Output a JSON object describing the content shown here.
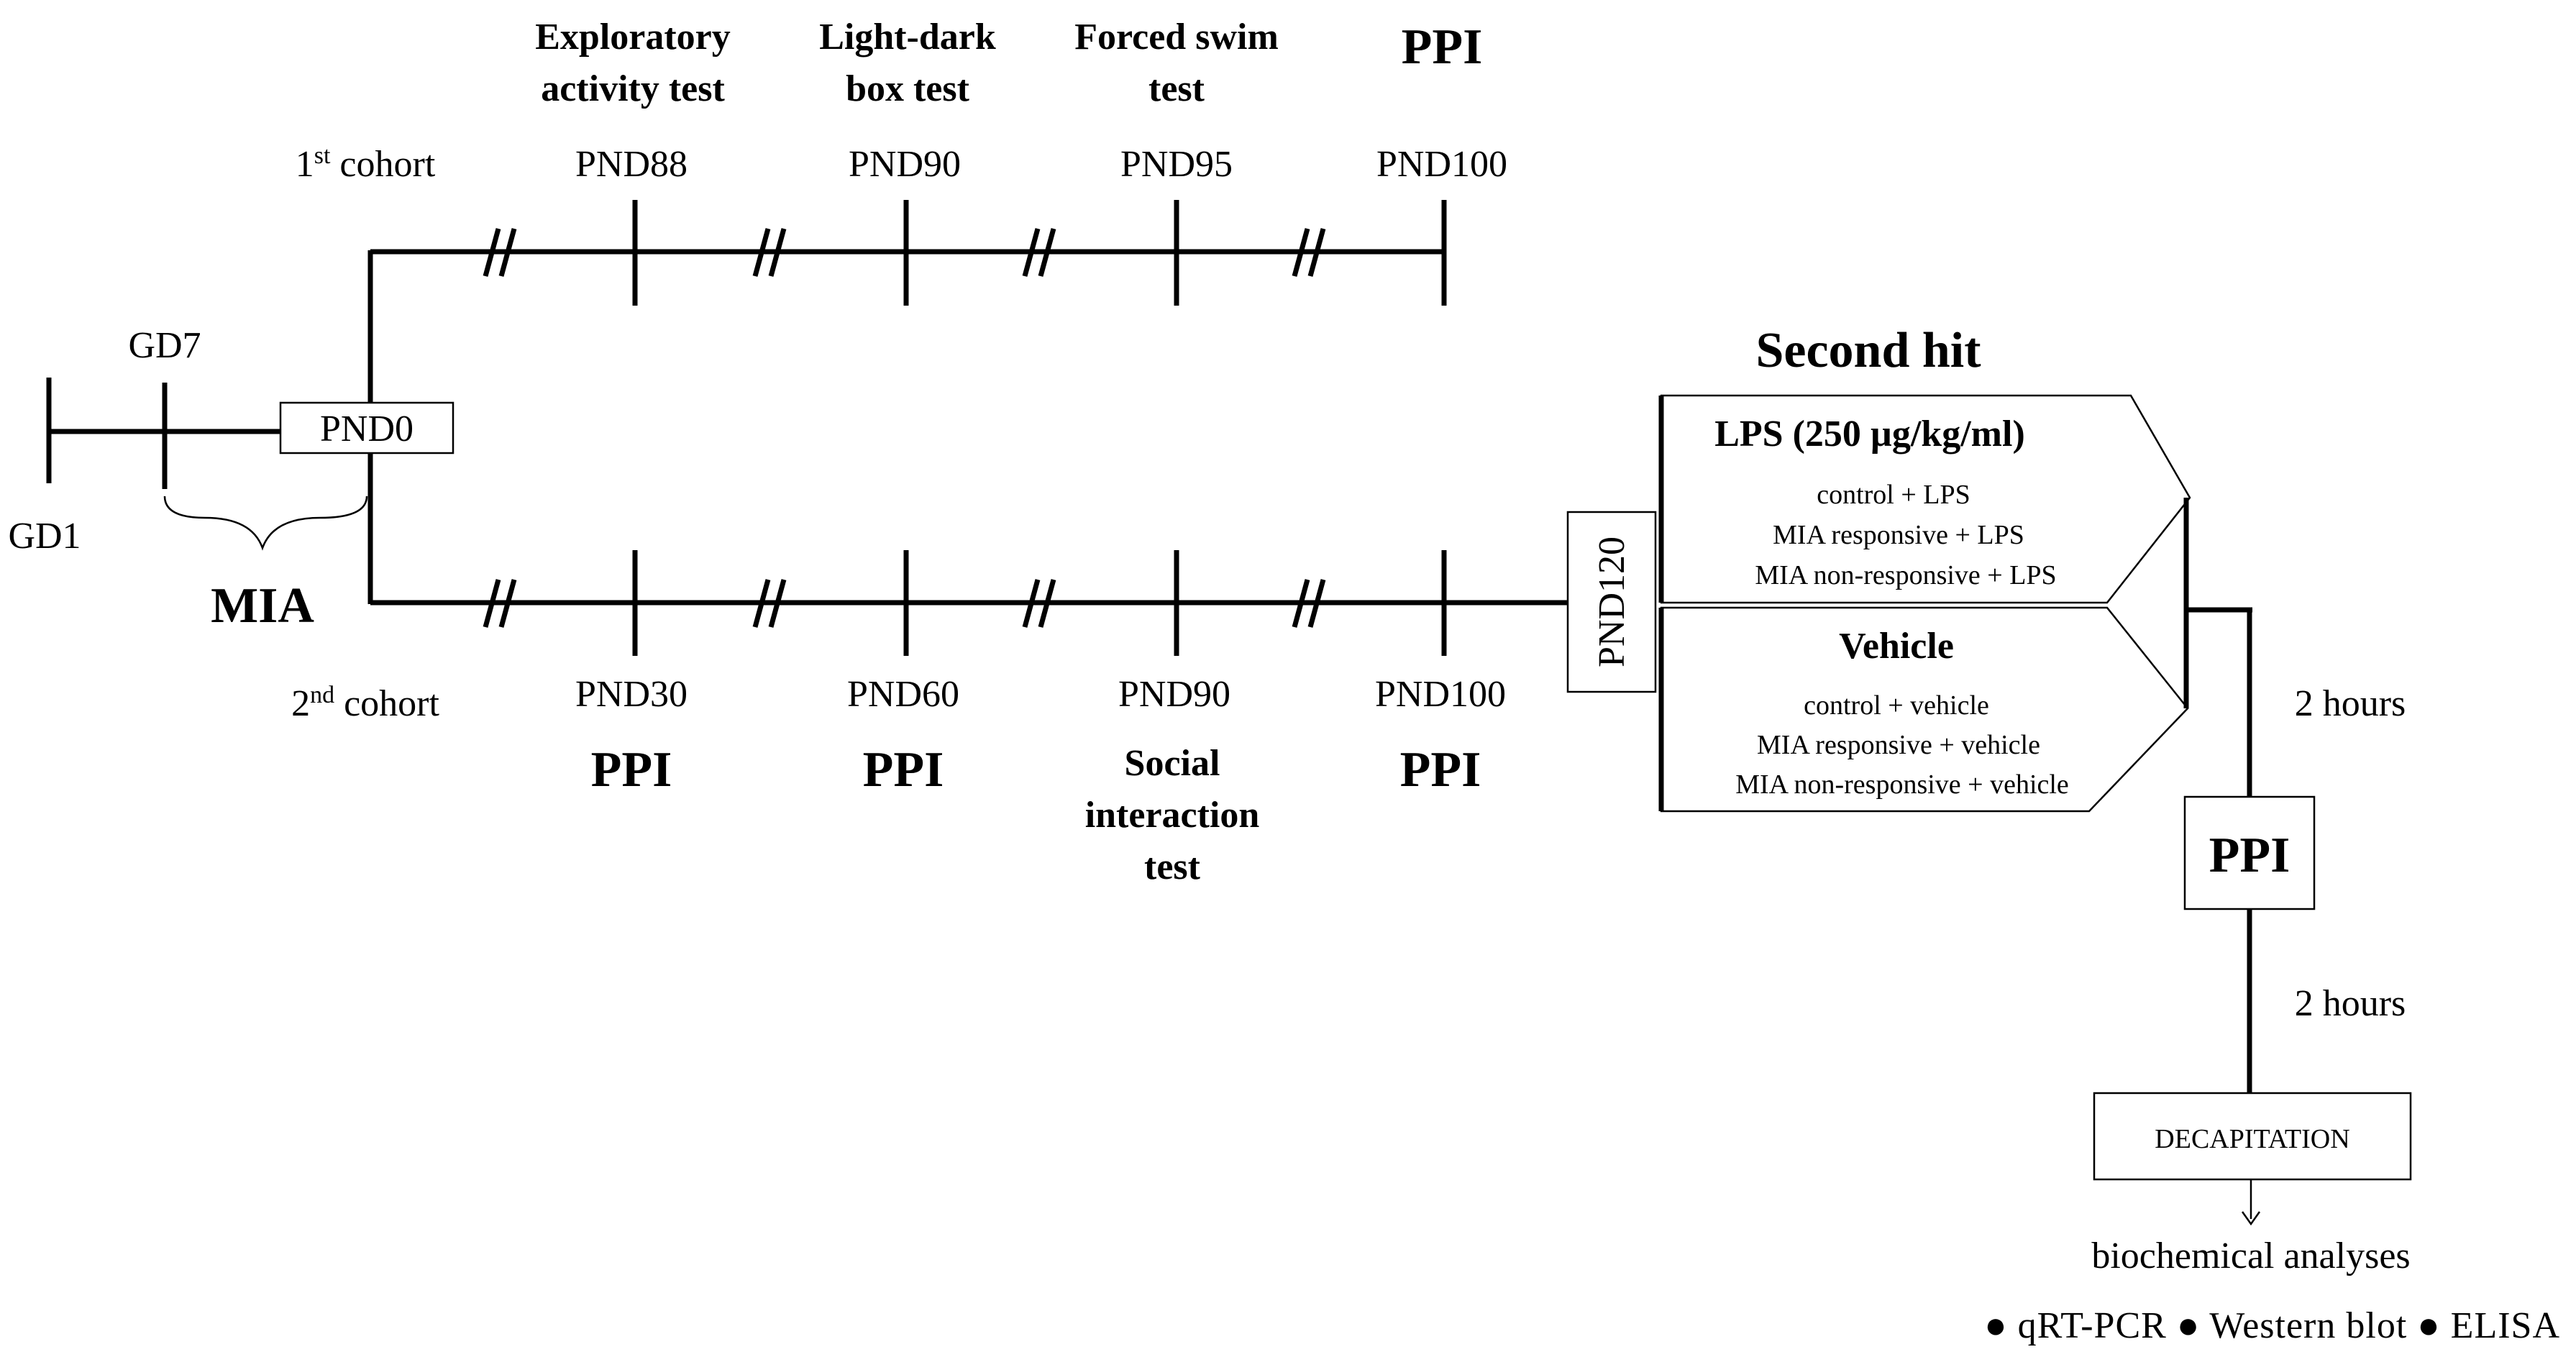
{
  "pre": {
    "gd1": "GD1",
    "gd7": "GD7",
    "pnd0": "PND0",
    "mia": "MIA"
  },
  "cohort1": {
    "label_num": "1",
    "label_sup": "st",
    "label_text": " cohort",
    "timepoints": [
      {
        "pnd": "PND88",
        "test": [
          "Exploratory",
          "activity test"
        ]
      },
      {
        "pnd": "PND90",
        "test": [
          "Light-dark",
          "box test"
        ]
      },
      {
        "pnd": "PND95",
        "test": [
          "Forced swim",
          "test"
        ]
      },
      {
        "pnd": "PND100",
        "test": [
          "PPI"
        ]
      }
    ]
  },
  "cohort2": {
    "label_num": "2",
    "label_sup": "nd",
    "label_text": " cohort",
    "timepoints": [
      {
        "pnd": "PND30",
        "test": [
          "PPI"
        ]
      },
      {
        "pnd": "PND60",
        "test": [
          "PPI"
        ]
      },
      {
        "pnd": "PND90",
        "test": [
          "Social",
          "interaction",
          "test"
        ]
      },
      {
        "pnd": "PND100",
        "test": [
          "PPI"
        ]
      }
    ],
    "pnd120": "PND120"
  },
  "second_hit": {
    "title": "Second hit",
    "lps": {
      "title": "LPS (250 µg/kg/ml)",
      "groups": [
        "control  + LPS",
        "MIA responsive  + LPS",
        "MIA non-responsive  + LPS"
      ]
    },
    "vehicle": {
      "title": "Vehicle",
      "groups": [
        "control  + vehicle",
        "MIA responsive  + vehicle",
        "MIA non-responsive  + vehicle"
      ]
    }
  },
  "post": {
    "interval1": "2 hours",
    "ppi": "PPI",
    "interval2": "2 hours",
    "decapitation": "DECAPITATION",
    "analyses": "biochemical analyses",
    "methods": "● qRT-PCR  ● Western  blot  ● ELISA"
  }
}
